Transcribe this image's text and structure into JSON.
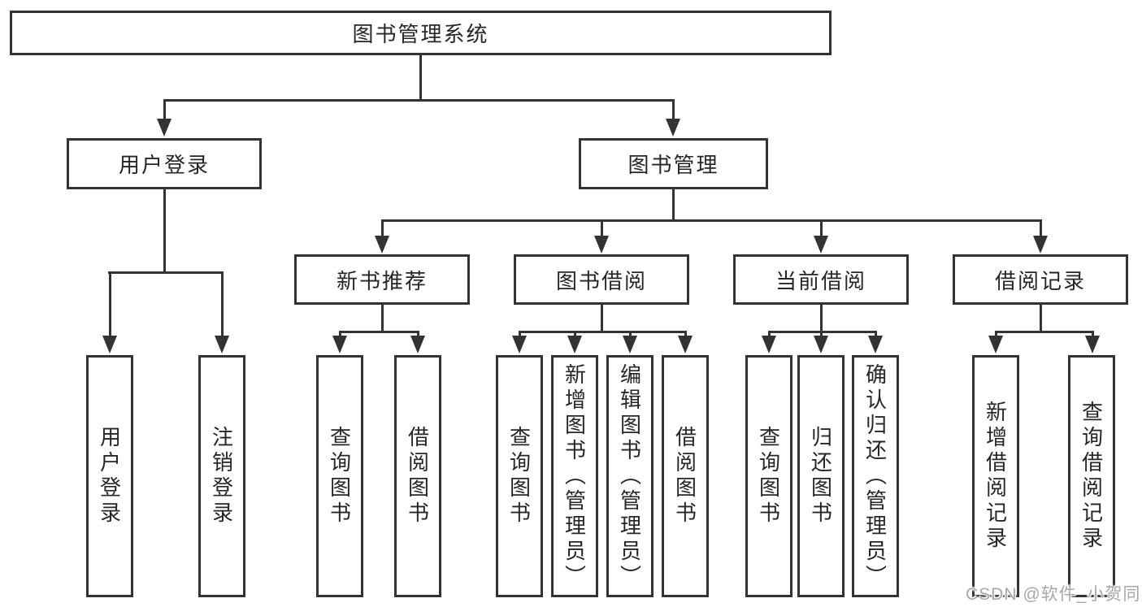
{
  "diagram": {
    "title": "图书管理系统",
    "root": {
      "label": "图书管理系统"
    },
    "branches": [
      {
        "label": "用户登录",
        "children": [
          "用户登录",
          "注销登录"
        ]
      },
      {
        "label": "图书管理"
      }
    ],
    "modules": [
      {
        "label": "新书推荐",
        "children": [
          "查询图书",
          "借阅图书"
        ]
      },
      {
        "label": "图书借阅",
        "children": [
          "查询图书",
          "新增图书（管理员）",
          "编辑图书（管理员）",
          "借阅图书"
        ]
      },
      {
        "label": "当前借阅",
        "children": [
          "查询图书",
          "归还图书",
          "确认归还（管理员）"
        ]
      },
      {
        "label": "借阅记录",
        "children": [
          "新增借阅记录",
          "查询借阅记录"
        ]
      }
    ]
  },
  "watermark": {
    "text": "CSDN @软件_小贺同学"
  },
  "colors": {
    "line": "#333333",
    "text": "#262626",
    "watermark": "#a8a8a8",
    "background": "#ffffff"
  }
}
